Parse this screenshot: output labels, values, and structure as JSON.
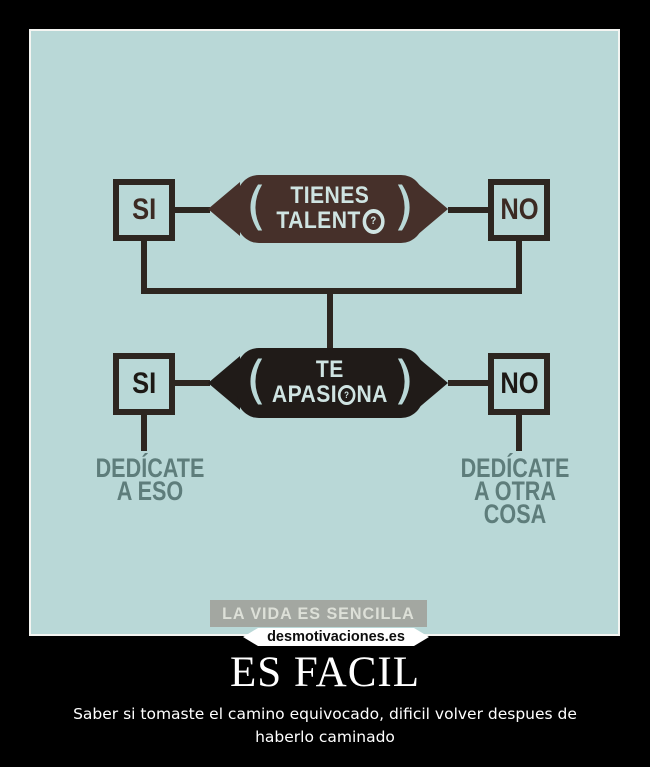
{
  "flowchart": {
    "q1": {
      "line1": "TIENES",
      "line2": "TALENT",
      "qmark": "?"
    },
    "q2": {
      "line1": "TE",
      "line2_pre": "APASI",
      "qmark": "?",
      "line2_post": "NA"
    },
    "yes1": "SI",
    "no1": "NO",
    "yes2": "SI",
    "no2": "NO",
    "outcome_yes": {
      "line1": "DEDÍCATE",
      "line2": "A ESO"
    },
    "outcome_no": {
      "line1": "DEDÍCATE",
      "line2": "A OTRA",
      "line3": "COSA"
    },
    "tagline": "LA VIDA ES SENCILLA"
  },
  "footer": {
    "watermark": "desmotivaciones.es",
    "title": "ES FACIL",
    "caption_line1": "Saber si tomaste el camino equivocado, dificil volver despues de",
    "caption_line2": "haberlo caminado"
  },
  "colors": {
    "photo_bg": "#b9d8d7",
    "node1_fill": "#46302a",
    "node2_fill": "#201b18",
    "capsule_text": "#cfe4e2",
    "line": "#2d2620",
    "yes_no_text_row1": "#3c2a23",
    "yes_no_text_row2": "#1d1915",
    "outcome_label": "#5e7d7b",
    "tagline_bg": "#a3a7a1",
    "tagline_text": "#dde0d8",
    "ribbon_bg": "#ffffff",
    "ribbon_text": "#0d0d0d",
    "title_text": "#ffffff"
  }
}
